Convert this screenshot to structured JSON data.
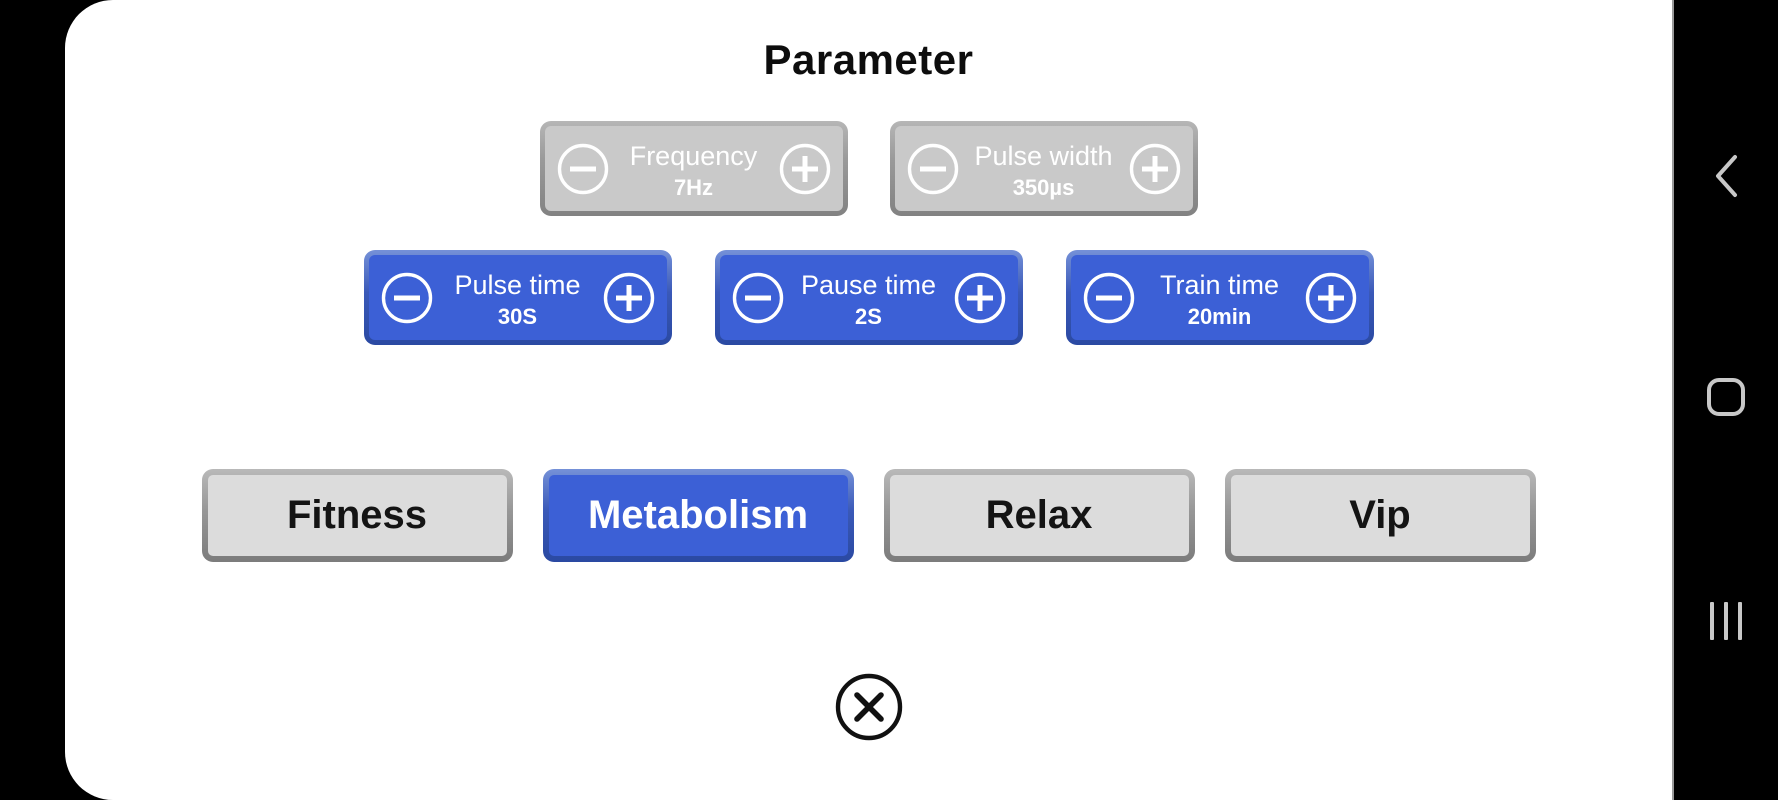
{
  "app": {
    "title": "Parameter"
  },
  "colors": {
    "accent_blue": "#3c60d6",
    "accent_blue_border_dark": "#2a49a2",
    "accent_blue_border_light": "#7591d8",
    "disabled_control_bg": "#c9c9c9",
    "mode_button_bg": "#dcdcdc",
    "panel_bg": "#ffffff",
    "navbar_bg": "#000000",
    "nav_icon": "#c8c8c8"
  },
  "params": [
    {
      "label": "Frequency",
      "value": "7Hz",
      "state": "disabled"
    },
    {
      "label": "Pulse width",
      "value": "350µs",
      "state": "disabled"
    },
    {
      "label": "Pulse time",
      "value": "30S",
      "state": "active"
    },
    {
      "label": "Pause time",
      "value": "2S",
      "state": "active"
    },
    {
      "label": "Train time",
      "value": "20min",
      "state": "active"
    }
  ],
  "modes": [
    {
      "label": "Fitness",
      "selected": false
    },
    {
      "label": "Metabolism",
      "selected": true
    },
    {
      "label": "Relax",
      "selected": false
    },
    {
      "label": "Vip",
      "selected": false
    }
  ],
  "icons": {
    "decrement": "minus-circle",
    "increment": "plus-circle",
    "close": "x-circle",
    "nav_back": "back-chevron",
    "nav_home": "home-squircle",
    "nav_recents": "recents-bars"
  }
}
